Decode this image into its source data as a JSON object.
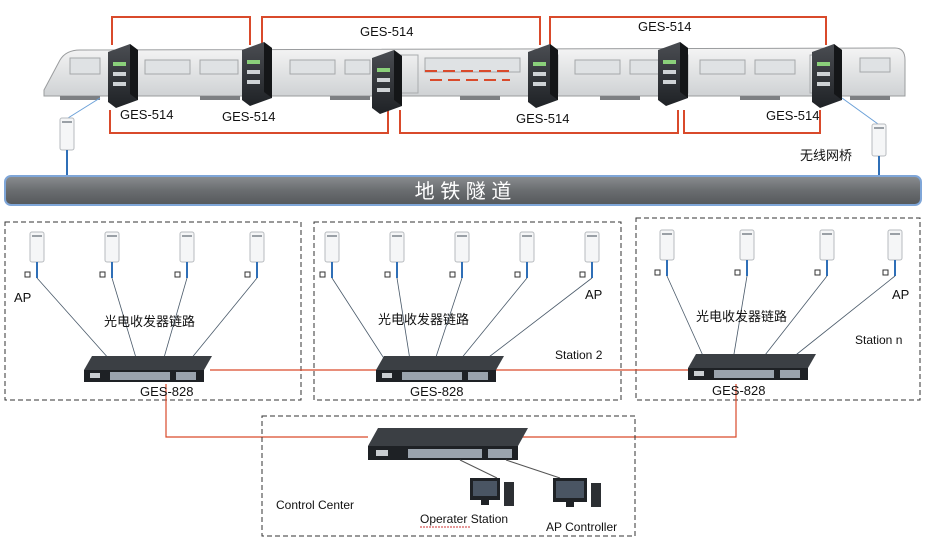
{
  "train": {
    "switch_label": "GES-514",
    "label_top_left": "GES-514",
    "label_top_right": "GES-514",
    "label_bottom_1": "GES-514",
    "label_bottom_2": "GES-514",
    "label_bottom_3": "GES-514",
    "label_bottom_4": "GES-514",
    "bridge_label": "无线网桥"
  },
  "tunnel": {
    "label": "地 铁 隧 道"
  },
  "stations": [
    {
      "ap_label": "AP",
      "link_label": "光电收发器链路",
      "switch_label": "GES-828",
      "station_label": ""
    },
    {
      "ap_label": "AP",
      "link_label": "光电收发器链路",
      "switch_label": "GES-828",
      "station_label": "Station 2"
    },
    {
      "ap_label": "AP",
      "link_label": "光电收发器链路",
      "switch_label": "GES-828",
      "station_label": "Station n"
    }
  ],
  "control_center": {
    "label": "Control Center",
    "operator_label": "Operater  Station",
    "ap_controller_label": "AP Controller"
  },
  "colors": {
    "link_red": "#d94a2b",
    "tunnel_bar": "#6f7274",
    "tunnel_border": "#7fa6d8",
    "ap_cable": "#2f6fb7"
  }
}
